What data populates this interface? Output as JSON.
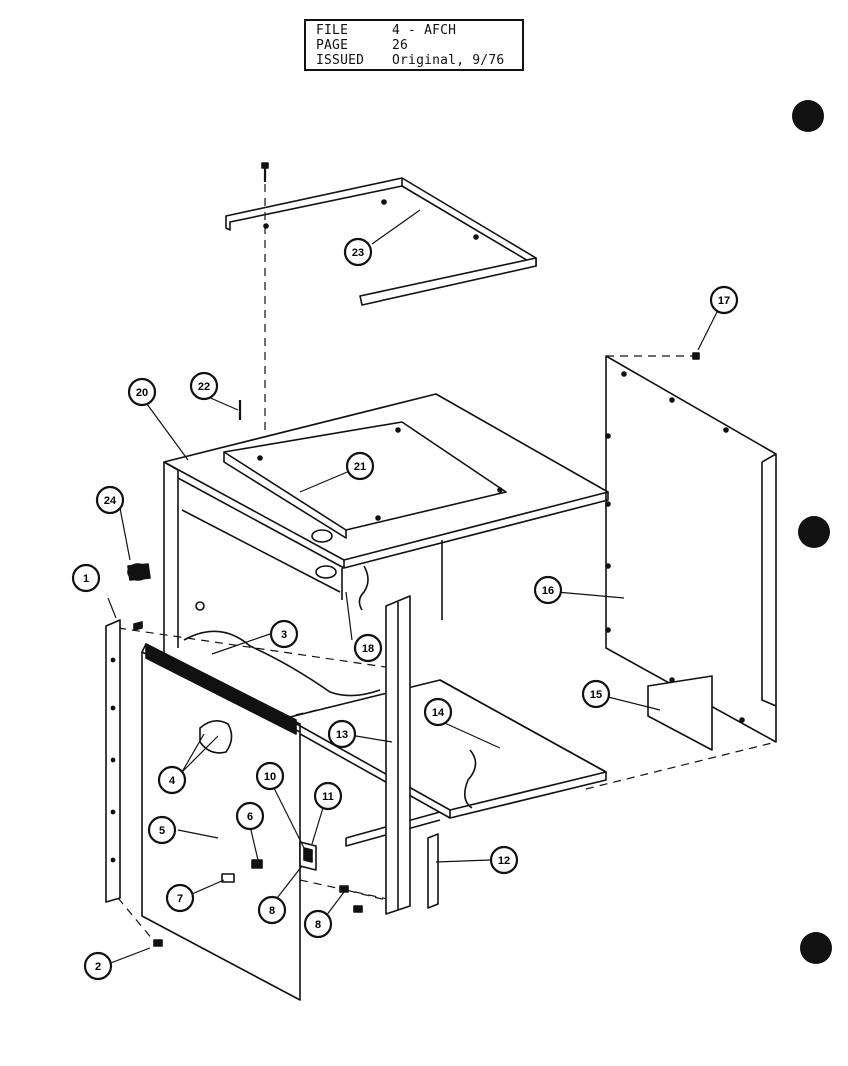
{
  "info": {
    "file_label": "FILE",
    "file_value": "4 - AFCH",
    "page_label": "PAGE",
    "page_value": "26",
    "issued_label": "ISSUED",
    "issued_value": "Original, 9/76"
  },
  "callouts": {
    "c1": "1",
    "c2": "2",
    "c3": "3",
    "c4": "4",
    "c5": "5",
    "c6": "6",
    "c7": "7",
    "c8a": "8",
    "c8b": "8",
    "c10": "10",
    "c11": "11",
    "c12": "12",
    "c13": "13",
    "c14": "14",
    "c15": "15",
    "c16": "16",
    "c17": "17",
    "c18": "18",
    "c20": "20",
    "c21": "21",
    "c22": "22",
    "c23": "23",
    "c24": "24"
  },
  "colors": {
    "ink": "#111111",
    "paper": "#ffffff"
  }
}
